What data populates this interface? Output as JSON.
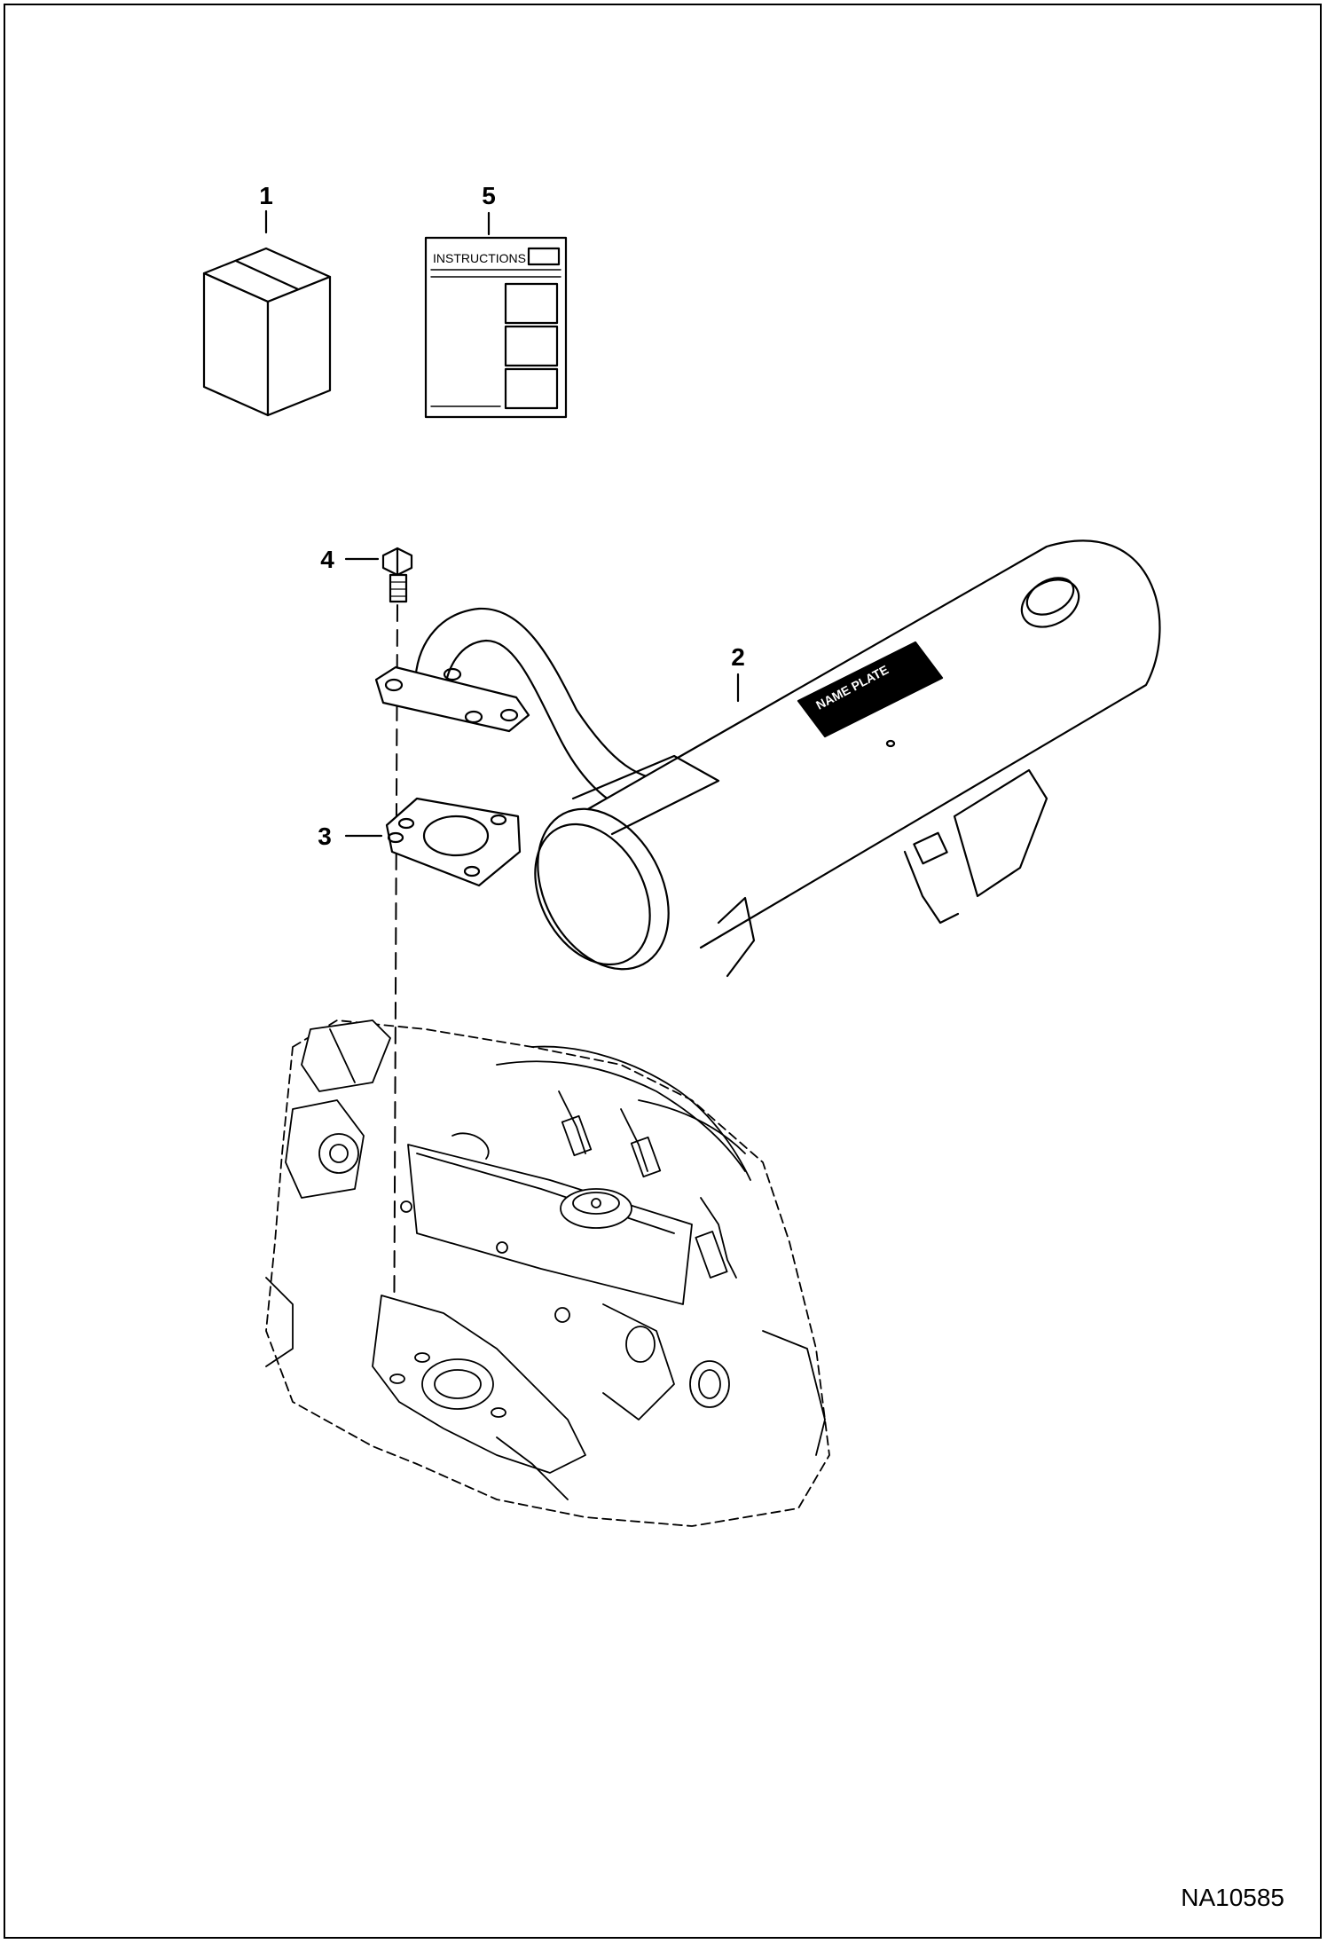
{
  "callouts": {
    "c1": "1",
    "c2": "2",
    "c3": "3",
    "c4": "4",
    "c5": "5"
  },
  "instructions_sheet": {
    "title": "INSTRUCTIONS"
  },
  "muffler": {
    "label_text": "NAME PLATE"
  },
  "drawing_number": "NA10585"
}
